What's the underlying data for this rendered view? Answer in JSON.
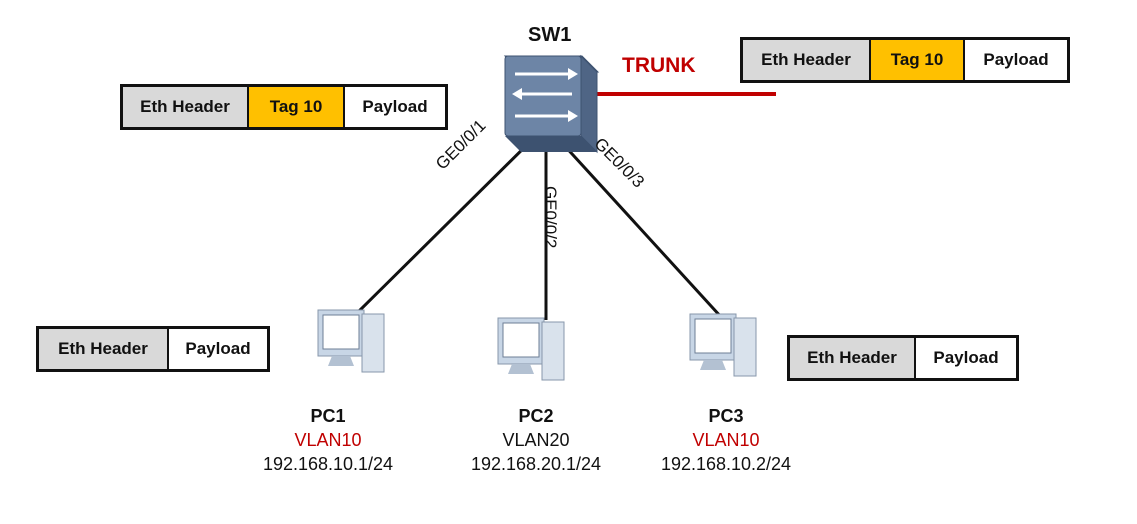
{
  "switch": {
    "name": "SW1",
    "icon": "switch-icon"
  },
  "trunk": {
    "label": "TRUNK",
    "color": "#c00000"
  },
  "frames": {
    "sw1_in": {
      "header": "Eth Header",
      "tag": "Tag 10",
      "payload": "Payload"
    },
    "trunk_out": {
      "header": "Eth Header",
      "tag": "Tag 10",
      "payload": "Payload"
    },
    "pc1": {
      "header": "Eth Header",
      "payload": "Payload"
    },
    "pc3": {
      "header": "Eth Header",
      "payload": "Payload"
    }
  },
  "ports": {
    "p1": "GE0/0/1",
    "p2": "GE0/0/2",
    "p3": "GE0/0/3"
  },
  "pcs": [
    {
      "name": "PC1",
      "vlan": "VLAN10",
      "vlan_color": "#c00000",
      "ip": "192.168.10.1/24",
      "icon": "computer-icon"
    },
    {
      "name": "PC2",
      "vlan": "VLAN20",
      "vlan_color": "#111111",
      "ip": "192.168.20.1/24",
      "icon": "computer-icon"
    },
    {
      "name": "PC3",
      "vlan": "VLAN10",
      "vlan_color": "#c00000",
      "ip": "192.168.10.2/24",
      "icon": "computer-icon"
    }
  ],
  "colors": {
    "tag_fill": "#ffc000",
    "header_fill": "#d9d9d9",
    "switch_body": "#6d85a6"
  }
}
